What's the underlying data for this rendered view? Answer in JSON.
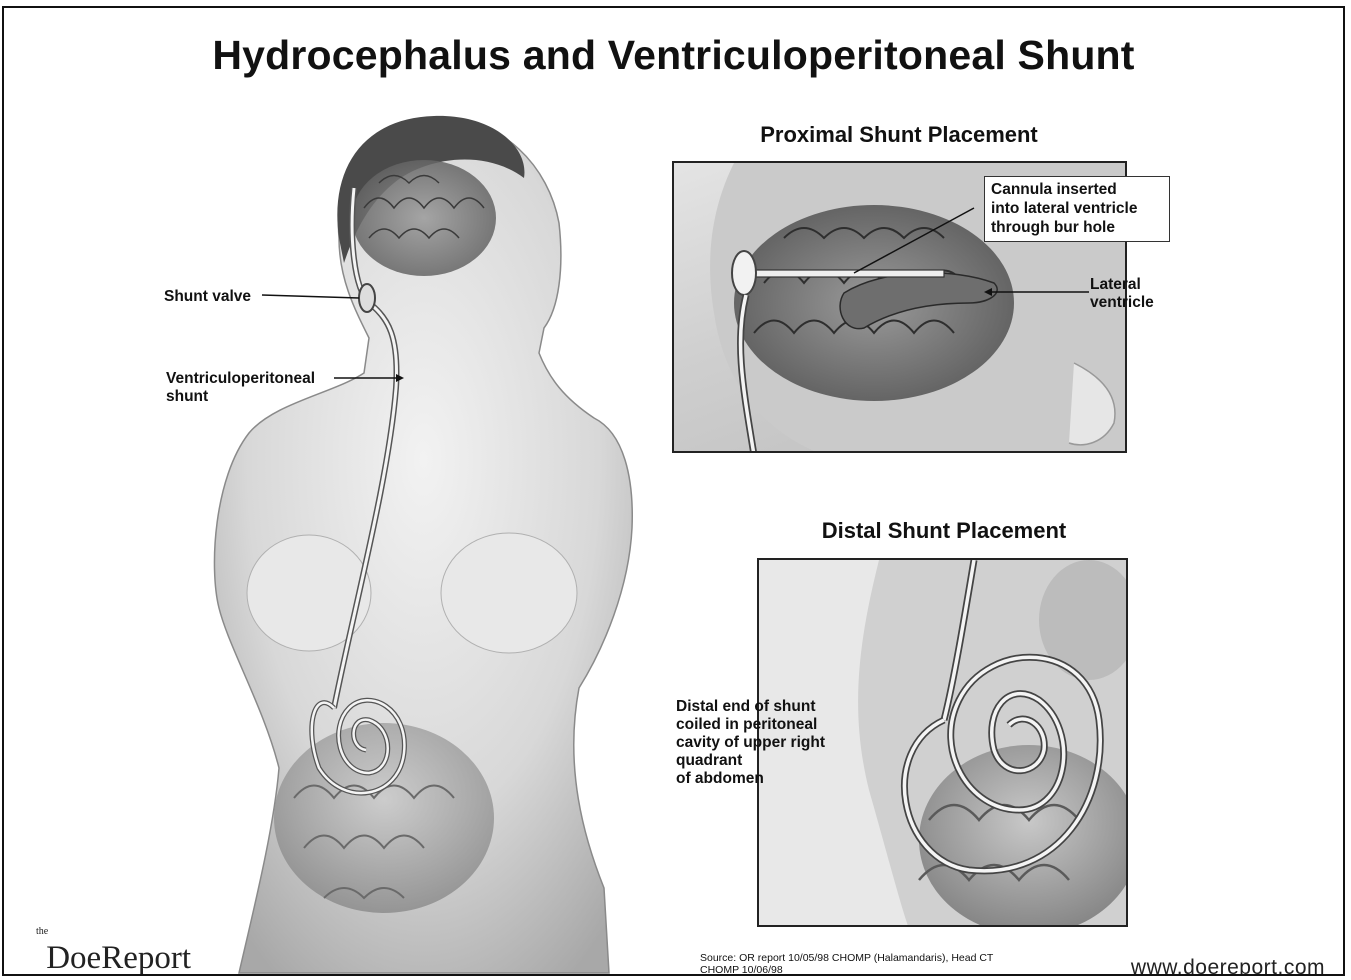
{
  "title": "Hydrocephalus and Ventriculoperitoneal Shunt",
  "main_figure": {
    "labels": {
      "shunt_valve": "Shunt valve",
      "vp_shunt": "Ventriculoperitoneal\nshunt"
    }
  },
  "proximal": {
    "heading": "Proximal Shunt Placement",
    "cannula_label": "Cannula inserted\ninto lateral ventricle\nthrough bur hole",
    "ventricle_label": "Lateral\nventricle"
  },
  "distal": {
    "heading": "Distal Shunt Placement",
    "coil_label": "Distal end of shunt\ncoiled in peritoneal\ncavity of upper right\nquadrant\nof abdomen"
  },
  "footer": {
    "logo_the": "the",
    "logo": "DoeReport",
    "source": "Source: OR report 10/05/98 CHOMP (Halamandaris), Head CT CHOMP 10/06/98",
    "url": "www.doereport.com"
  }
}
